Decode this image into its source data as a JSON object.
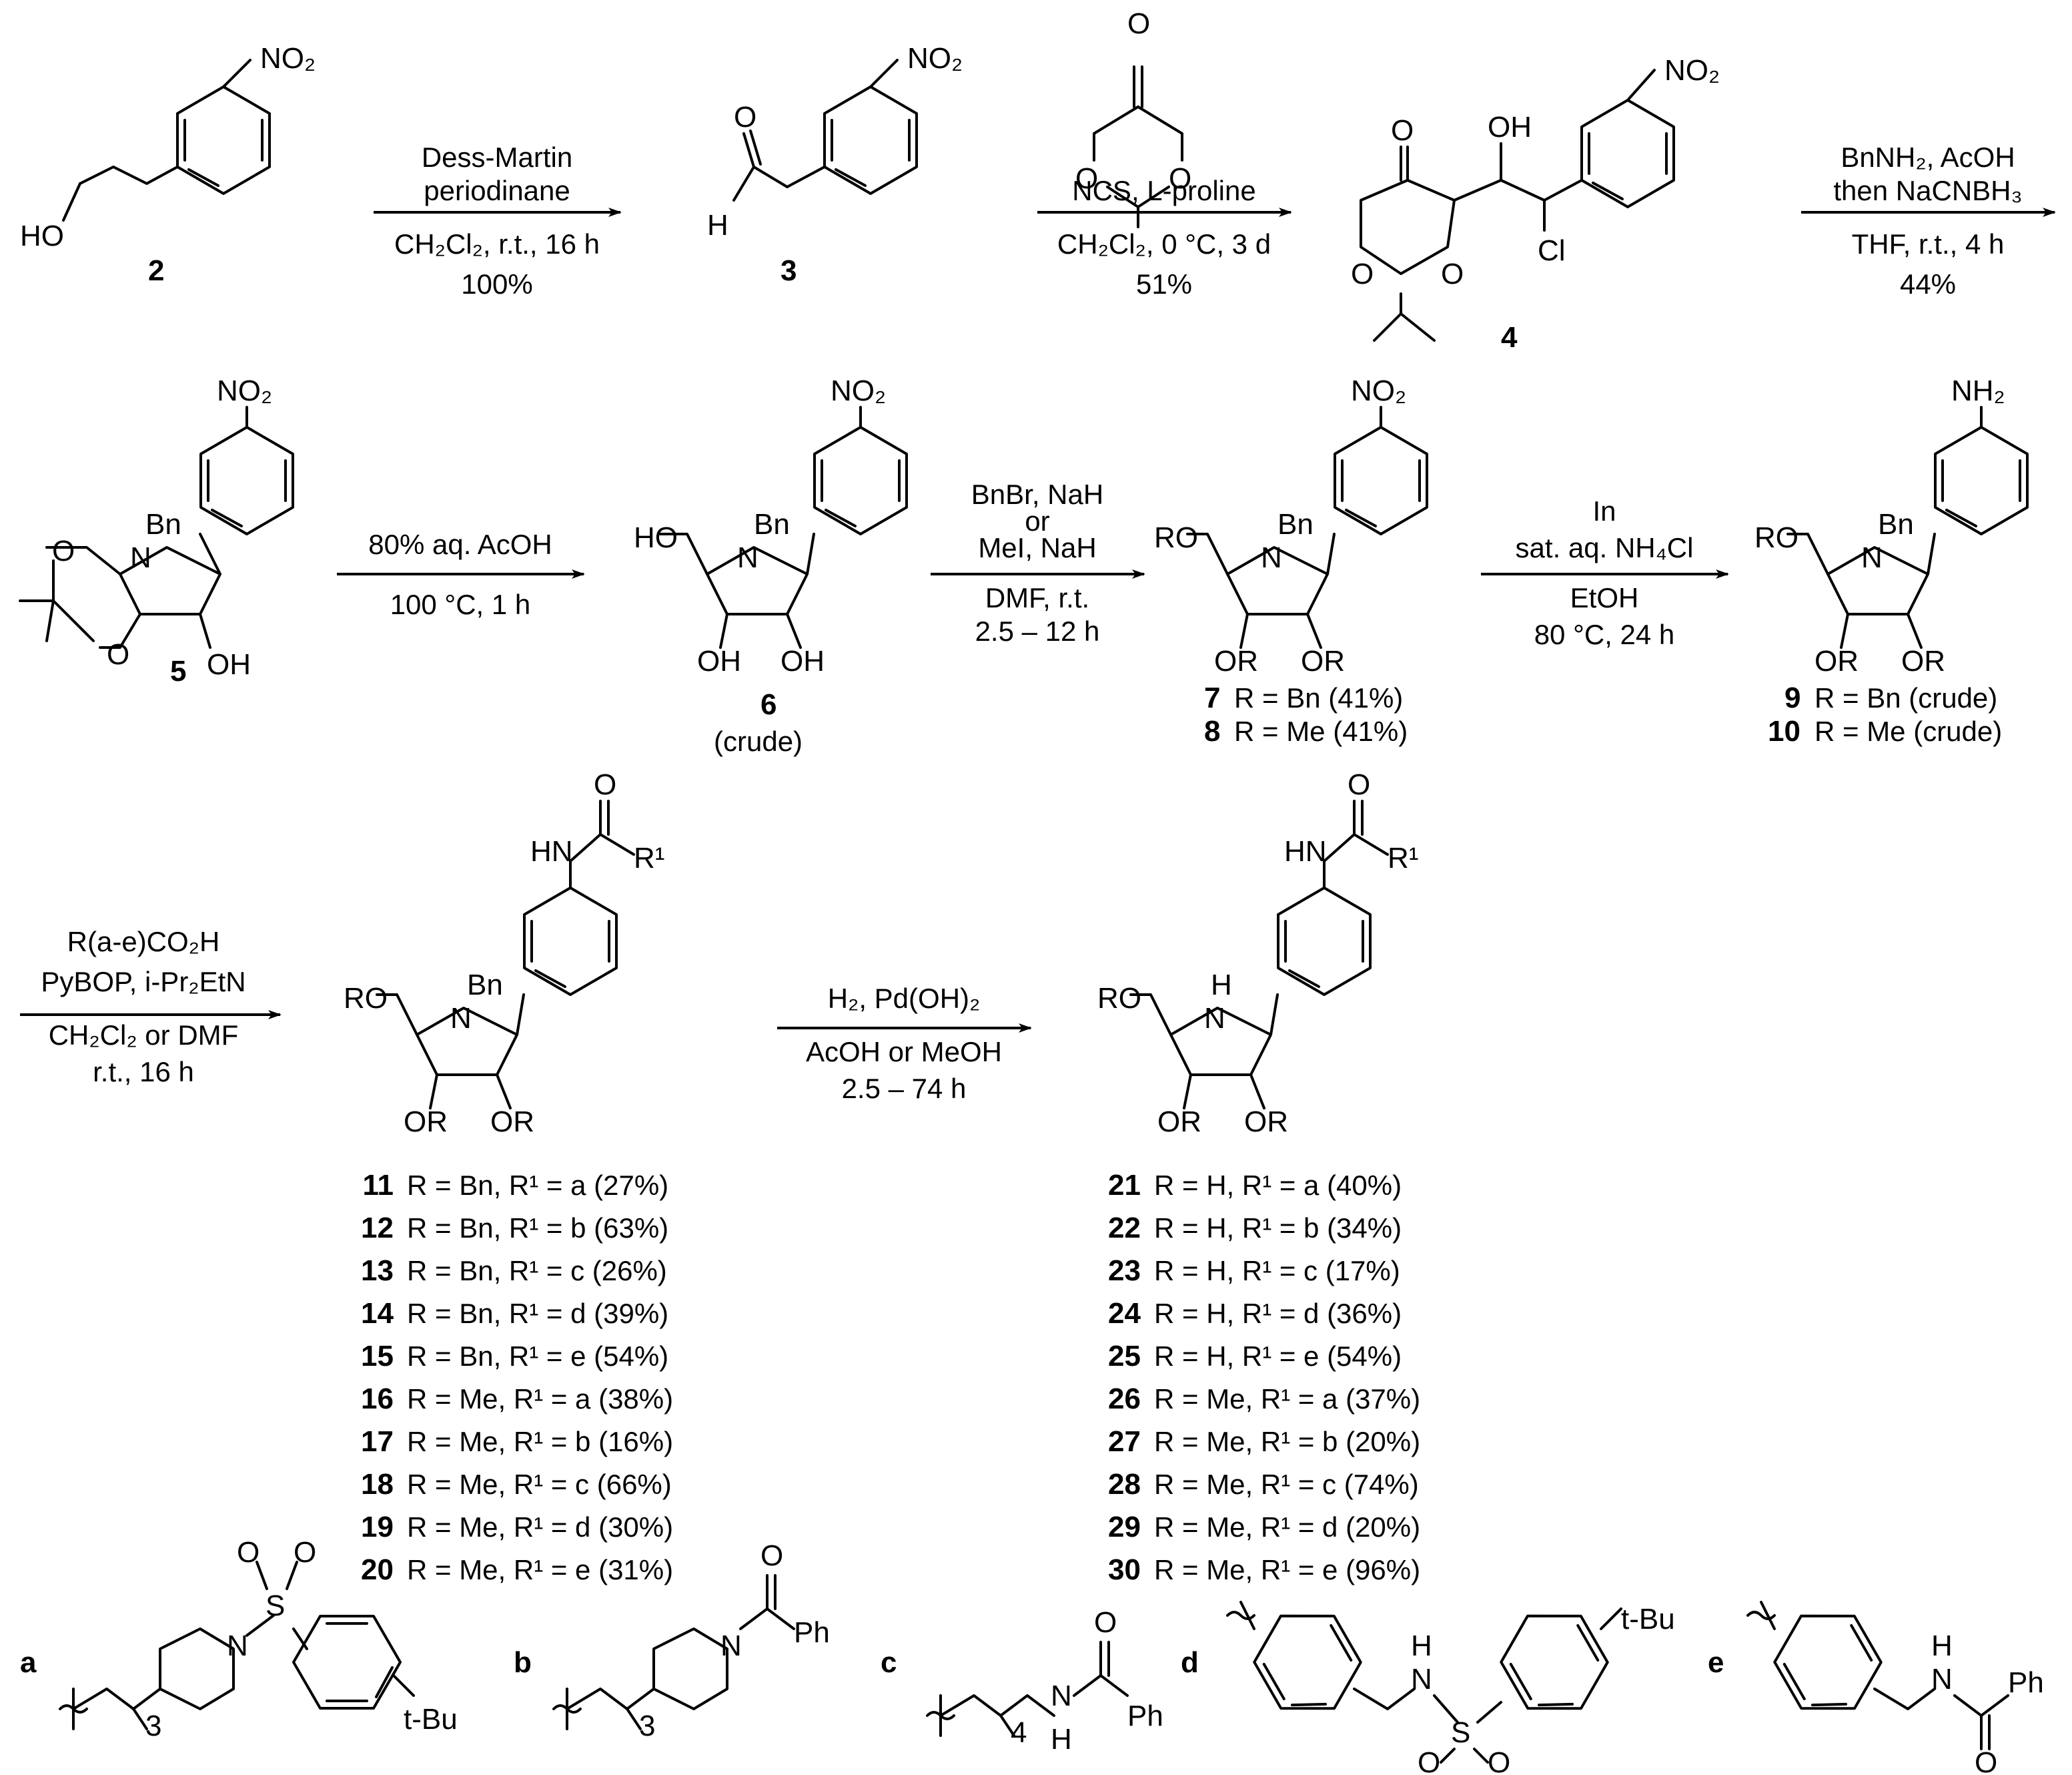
{
  "labels": {
    "no2": "NO₂",
    "nh2": "NH₂",
    "ho": "HO",
    "oh": "OH",
    "h": "H",
    "o": "O",
    "cl": "Cl",
    "bn": "Bn",
    "n": "N",
    "or": "OR",
    "ro": "RO",
    "r1": "R¹",
    "nh": "HN",
    "s": "S",
    "ph": "Ph",
    "tbu": "t-Bu"
  },
  "compounds": {
    "c2": "2",
    "c3": "3",
    "c4": "4",
    "c5": "5",
    "c6": "6",
    "c6_note": "(crude)",
    "c7": "7",
    "c7_text": "R = Bn (41%)",
    "c8": "8",
    "c8_text": "R = Me (41%)",
    "c9": "9",
    "c9_text": "R = Bn (crude)",
    "c10": "10",
    "c10_text": "R = Me (crude)"
  },
  "steps": {
    "s1": [
      "Dess-Martin",
      "periodinane",
      "CH₂Cl₂, r.t., 16 h",
      "100%"
    ],
    "s2": [
      "NCS, L-proline",
      "CH₂Cl₂, 0 °C, 3 d",
      "51%"
    ],
    "s3": [
      "BnNH₂, AcOH",
      "then NaCNBH₃",
      "THF, r.t., 4 h",
      "44%"
    ],
    "s4": [
      "80% aq. AcOH",
      "100 °C, 1 h"
    ],
    "s5": [
      "BnBr, NaH",
      "or",
      "MeI, NaH",
      "DMF, r.t.",
      "2.5 – 12 h"
    ],
    "s6": [
      "In",
      "sat. aq. NH₄Cl",
      "EtOH",
      "80 °C, 24 h"
    ],
    "s7": [
      "R(a-e)CO₂H",
      "PyBOP, i-Pr₂EtN",
      "CH₂Cl₂ or DMF",
      "r.t., 16 h"
    ],
    "s8": [
      "H₂, Pd(OH)₂",
      "AcOH or MeOH",
      "2.5 – 74 h"
    ]
  },
  "list_left": [
    {
      "num": "11",
      "text": "R = Bn, R¹ = a (27%)"
    },
    {
      "num": "12",
      "text": "R = Bn, R¹ = b (63%)"
    },
    {
      "num": "13",
      "text": "R = Bn, R¹ = c (26%)"
    },
    {
      "num": "14",
      "text": "R = Bn, R¹ = d (39%)"
    },
    {
      "num": "15",
      "text": "R = Bn, R¹ = e (54%)"
    },
    {
      "num": "16",
      "text": "R = Me, R¹ = a (38%)"
    },
    {
      "num": "17",
      "text": "R = Me, R¹ = b (16%)"
    },
    {
      "num": "18",
      "text": "R = Me, R¹ = c (66%)"
    },
    {
      "num": "19",
      "text": "R = Me, R¹ = d (30%)"
    },
    {
      "num": "20",
      "text": "R = Me, R¹ = e (31%)"
    }
  ],
  "list_right": [
    {
      "num": "21",
      "text": "R = H, R¹ = a (40%)"
    },
    {
      "num": "22",
      "text": "R = H, R¹ = b (34%)"
    },
    {
      "num": "23",
      "text": "R = H, R¹ = c (17%)"
    },
    {
      "num": "24",
      "text": "R = H, R¹ = d (36%)"
    },
    {
      "num": "25",
      "text": "R = H, R¹ = e (54%)"
    },
    {
      "num": "26",
      "text": "R = Me, R¹ = a (37%)"
    },
    {
      "num": "27",
      "text": "R = Me, R¹ = b (20%)"
    },
    {
      "num": "28",
      "text": "R = Me, R¹ = c (74%)"
    },
    {
      "num": "29",
      "text": "R = Me, R¹ = d (20%)"
    },
    {
      "num": "30",
      "text": "R = Me, R¹ = e (96%)"
    }
  ],
  "substituents": {
    "a": "a",
    "b": "b",
    "c": "c",
    "d": "d",
    "e": "e",
    "sub3": "3",
    "sub4": "4"
  }
}
